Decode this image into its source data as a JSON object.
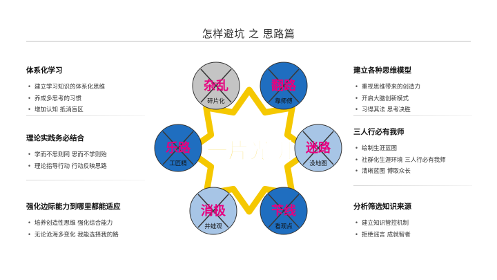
{
  "title": "怎样避坑 之 思路篇",
  "left_sections": [
    {
      "heading": "体系化学习",
      "items": [
        "建立学习知识的体系化思维",
        "养成多思考的习惯",
        "增加认知  抵消盲区"
      ]
    },
    {
      "heading": "理论实践务必结合",
      "items": [
        "学而不思则罔  思而不学则殆",
        "理论指导行动  行动反映思路"
      ]
    },
    {
      "heading": "强化边际能力到哪里都能适应",
      "items": [
        "培养创造性思维  强化综合能力",
        "无论沧海多变化  我能选择我的路"
      ]
    }
  ],
  "right_sections": [
    {
      "heading": "建立各种思维模型",
      "items": [
        "重视思维带来的创造力",
        "开启大脑创新模式",
        "习得其法  思考决胜"
      ]
    },
    {
      "heading": "三人行必有我师",
      "items": [
        "绘制生涯蓝图",
        "社群化生涯环境  三人行必有我师",
        "清晰蓝图  博取众长"
      ]
    },
    {
      "heading": "分析筛选知识来源",
      "items": [
        "建立知识管控机制",
        "拒绝谣言  成就智者"
      ]
    }
  ],
  "center": {
    "label": "一片光明",
    "star_color": "#f5c800",
    "label_color": "#f5c800"
  },
  "circles": [
    {
      "id": "top-left",
      "main": "杂乱",
      "sub": "碎片化",
      "fill": "#c4c4c4"
    },
    {
      "id": "top-right",
      "main": "翻路",
      "sub": "靠师傅",
      "fill": "#1f6ec0"
    },
    {
      "id": "mid-left",
      "main": "乐路",
      "sub": "工匠精",
      "fill": "#1f6ec0"
    },
    {
      "id": "mid-right",
      "main": "迷路",
      "sub": "没地图",
      "fill": "#a7c5e6"
    },
    {
      "id": "bottom-left",
      "main": "消极",
      "sub": "井蛙观",
      "fill": "#a7c5e6"
    },
    {
      "id": "bottom-right",
      "main": "苄线",
      "sub": "看观点",
      "fill": "#1f6ec0"
    }
  ],
  "colors": {
    "circle_text": "#e6007e",
    "cross": "#3a3a3a",
    "circle_border": "#333333"
  }
}
